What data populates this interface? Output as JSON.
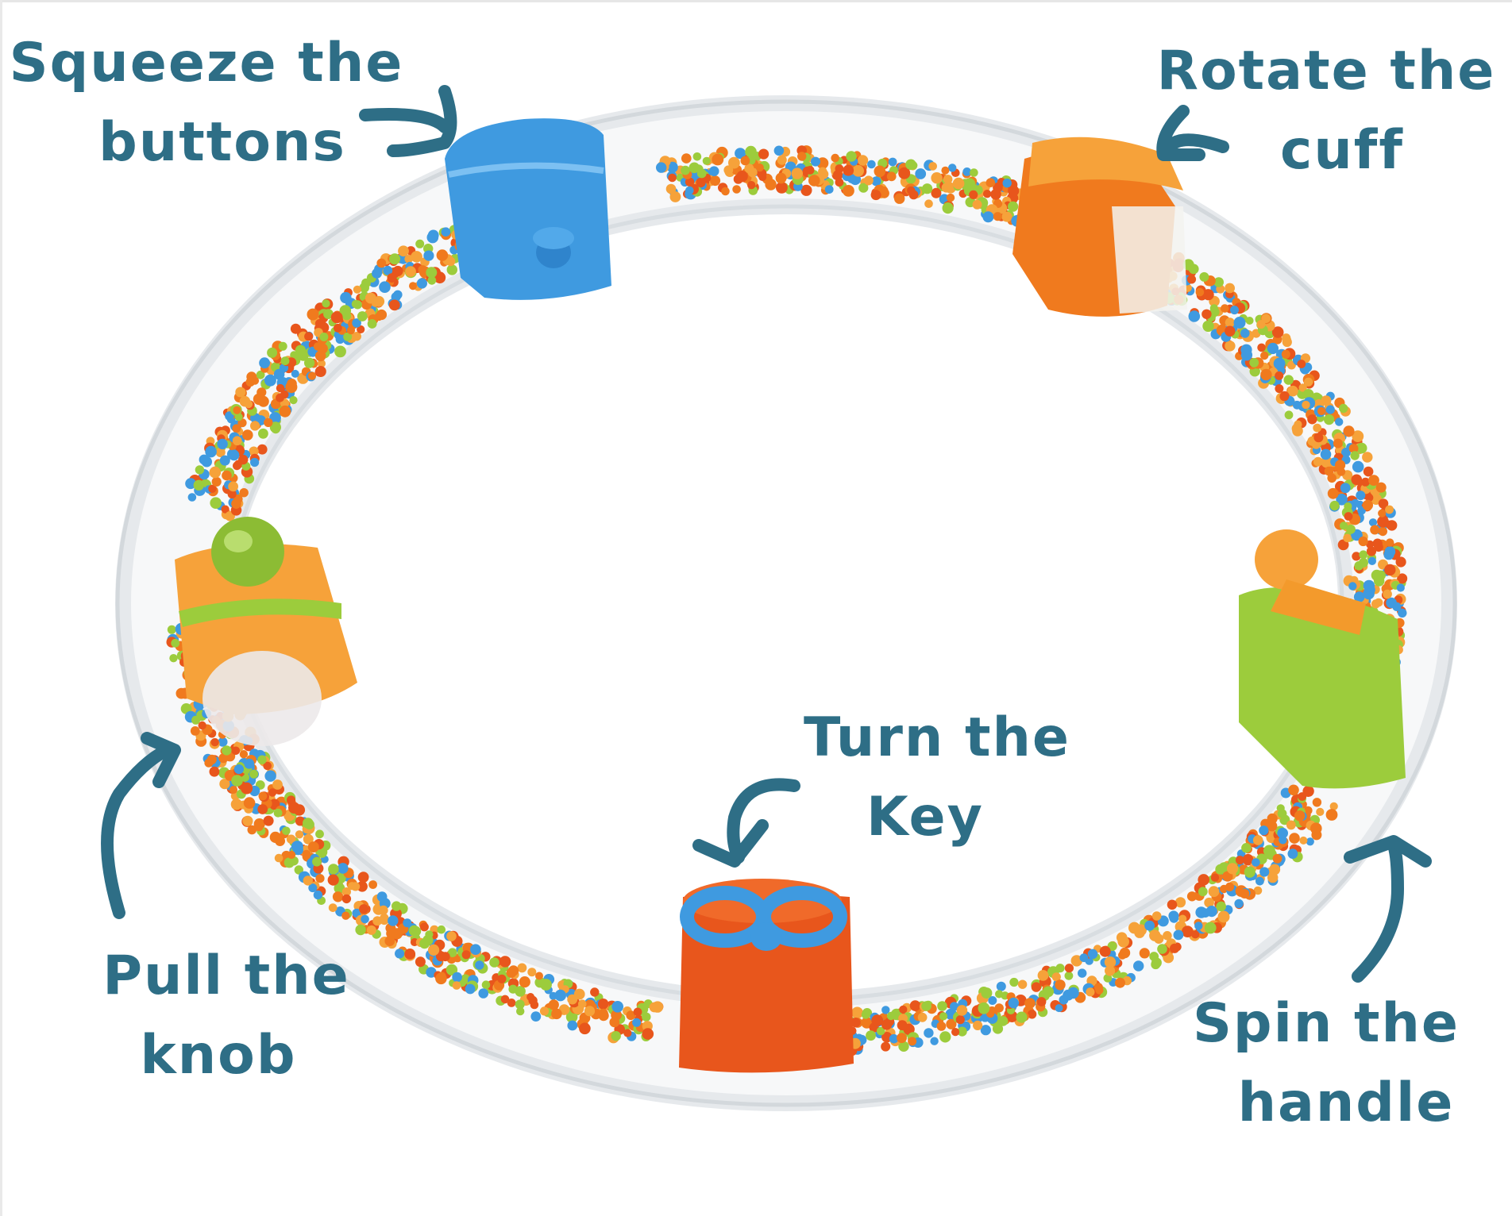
{
  "labels": {
    "squeeze": {
      "line1": "Squeeze the",
      "line2": "buttons"
    },
    "rotate": {
      "line1": "Rotate the",
      "line2": "cuff"
    },
    "turn": {
      "line1": "Turn the",
      "line2": "Key"
    },
    "pull": {
      "line1": "Pull the",
      "line2": "knob"
    },
    "spin": {
      "line1": "Spin the",
      "line2": "handle"
    }
  },
  "colors": {
    "label_text": "#2e6e86",
    "arrow": "#2e6e86",
    "ring_tube": "#eef0f2",
    "blue_cuff": "#3f9ae0",
    "orange_cuff": "#f07a1e",
    "light_orange_cuff": "#f6a23a",
    "green_cuff": "#9ccc3c",
    "red_orange_cuff": "#e8561c"
  }
}
